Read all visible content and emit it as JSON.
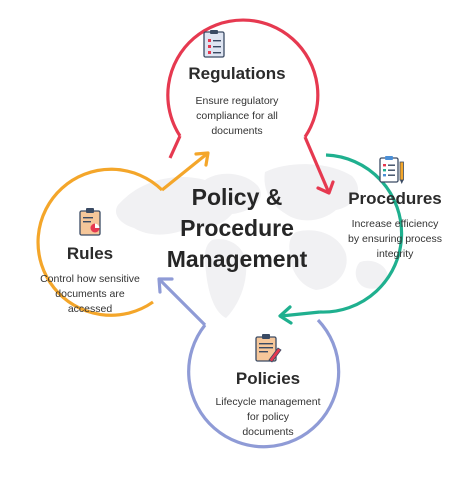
{
  "center": {
    "line1": "Policy &",
    "line2": "Procedure",
    "line3": "Management"
  },
  "nodes": {
    "regulations": {
      "title": "Regulations",
      "desc": [
        "Ensure regulatory",
        "compliance for all",
        "documents"
      ],
      "color": "#e63950",
      "icon": "checklist-icon"
    },
    "procedures": {
      "title": "Procedures",
      "desc": [
        "Increase efficiency",
        "by ensuring process",
        "integrity"
      ],
      "color": "#1fb08f",
      "icon": "clipboard-list-icon"
    },
    "policies": {
      "title": "Policies",
      "desc": [
        "Lifecycle management",
        "for policy",
        "documents"
      ],
      "color": "#8f9bd6",
      "icon": "clipboard-pencil-icon"
    },
    "rules": {
      "title": "Rules",
      "desc": [
        "Control how sensitive",
        "documents are",
        "accessed"
      ],
      "color": "#f4a62a",
      "icon": "clipboard-chart-icon"
    }
  },
  "colors": {
    "map": "#f1f1f3",
    "text": "#2b2b2b"
  }
}
